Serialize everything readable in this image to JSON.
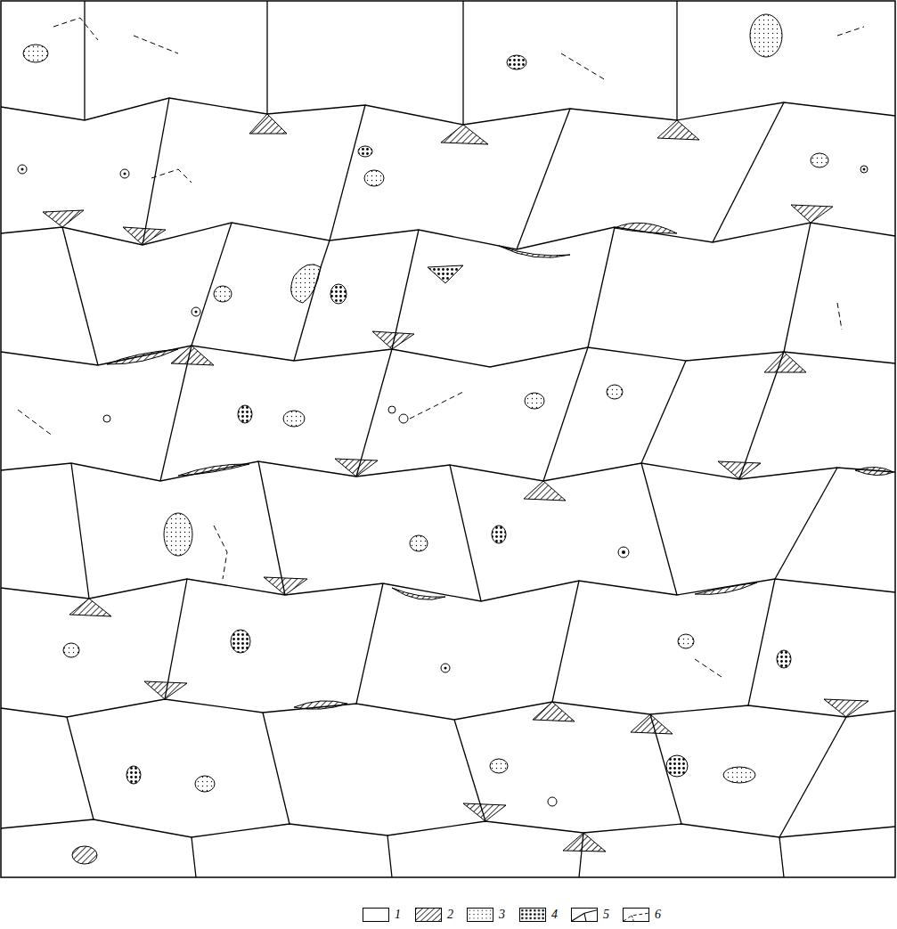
{
  "diagram": {
    "legend": [
      {
        "text": "1",
        "color": "#ffffff"
      },
      {
        "text": "2"
      },
      {
        "text": "3"
      },
      {
        "text": "4"
      },
      {
        "text": "5"
      },
      {
        "text": "6"
      }
    ]
  }
}
